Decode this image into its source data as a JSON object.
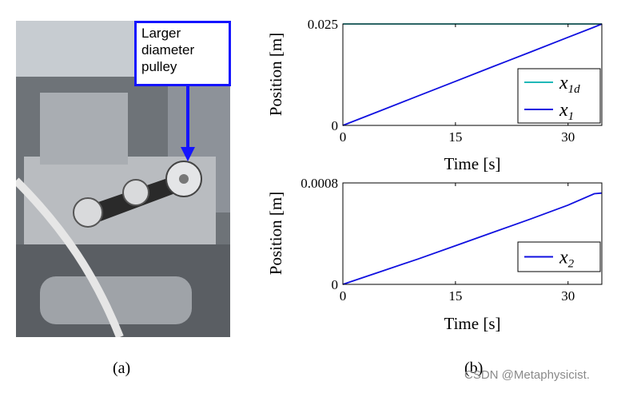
{
  "figure": {
    "callout_lines": [
      "Larger",
      "diameter",
      "pulley"
    ],
    "caption_a": "(a)",
    "caption_b": "(b)",
    "watermark": "CSDN @Metaphysicist.",
    "photo_alt_colors": {
      "metal": "#b9bcc0",
      "belt": "#2a2a2a",
      "arrow": "#1414ff"
    }
  },
  "chart_data": [
    {
      "type": "line",
      "xlabel": "Time [s]",
      "ylabel": "Position [m]",
      "xlim": [
        0,
        34.5
      ],
      "ylim": [
        0,
        0.025
      ],
      "xticks": [
        0,
        15,
        30
      ],
      "xtick_labels": [
        "0",
        "15",
        "30"
      ],
      "yticks": [
        0,
        0.025
      ],
      "ytick_labels": [
        "0",
        "0.025"
      ],
      "grid": false,
      "legend_position": "bottom-right",
      "series": [
        {
          "name": "x1d",
          "legend_main": "x",
          "legend_sub": "1d",
          "color": "#1fb8b8",
          "x": [
            0,
            34.5
          ],
          "y": [
            0.025,
            0.025
          ]
        },
        {
          "name": "x1",
          "legend_main": "x",
          "legend_sub": "1",
          "color": "#1010e0",
          "x": [
            0,
            5,
            10,
            15,
            20,
            25,
            30,
            33.3,
            34.5
          ],
          "y": [
            0,
            0.00362,
            0.00724,
            0.01086,
            0.01448,
            0.0181,
            0.02172,
            0.0241,
            0.025
          ]
        }
      ]
    },
    {
      "type": "line",
      "xlabel": "Time [s]",
      "ylabel": "Position [m]",
      "xlim": [
        0,
        34.5
      ],
      "ylim": [
        0,
        0.0008
      ],
      "xticks": [
        0,
        15,
        30
      ],
      "xtick_labels": [
        "0",
        "15",
        "30"
      ],
      "yticks": [
        0,
        0.0008
      ],
      "ytick_labels": [
        "0",
        "0.0008"
      ],
      "grid": false,
      "legend_position": "bottom-right",
      "series": [
        {
          "name": "x2",
          "legend_main": "x",
          "legend_sub": "2",
          "color": "#1010e0",
          "x": [
            0,
            2,
            5,
            10,
            15,
            20,
            25,
            30,
            33.5,
            34.5
          ],
          "y": [
            0,
            4e-05,
            0.0001,
            0.0002,
            0.000305,
            0.00041,
            0.000515,
            0.000625,
            0.000715,
            0.00072
          ]
        }
      ]
    }
  ]
}
